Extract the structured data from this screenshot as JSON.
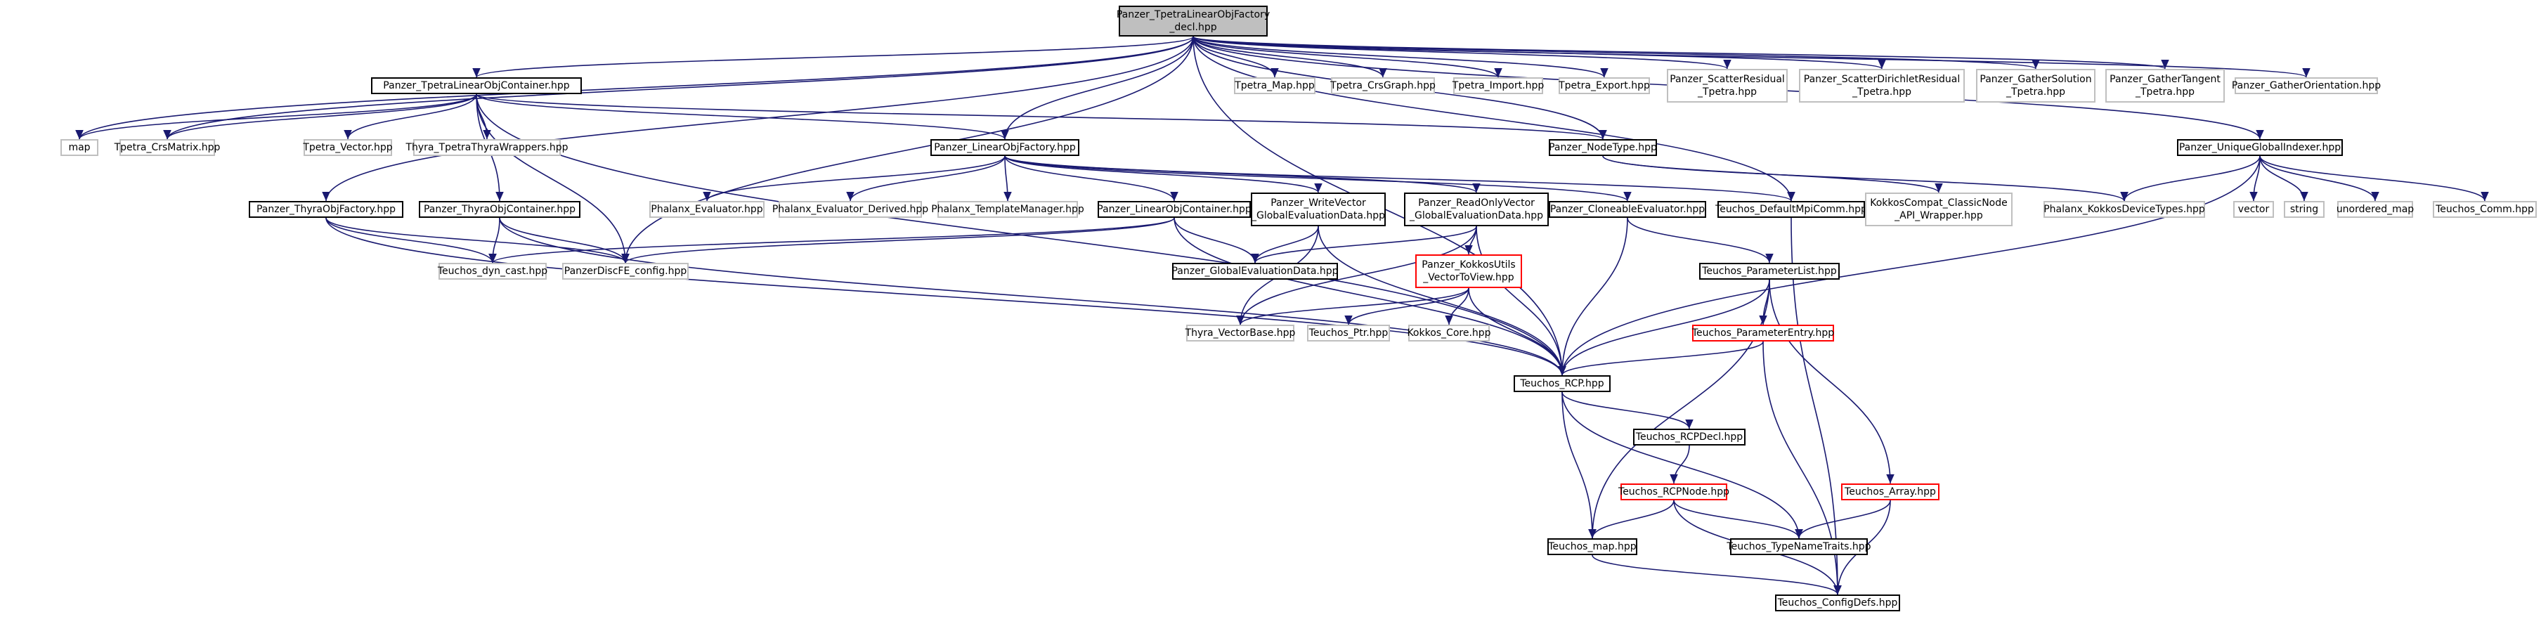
{
  "graph": {
    "title": "Panzer_TpetraLinearObjFactory_decl.hpp include dependency graph",
    "edge_color": "#191970",
    "nodes": [
      {
        "id": "root",
        "label": "Panzer_TpetraLinearObjFactory\n_decl.hpp",
        "style": "root"
      },
      {
        "id": "tloc",
        "label": "Panzer_TpetraLinearObjContainer.hpp",
        "style": "doc"
      },
      {
        "id": "map",
        "label": "map",
        "style": "ext"
      },
      {
        "id": "crsmatrix",
        "label": "Tpetra_CrsMatrix.hpp",
        "style": "ext"
      },
      {
        "id": "tvector",
        "label": "Tpetra_Vector.hpp",
        "style": "ext"
      },
      {
        "id": "thyratpw",
        "label": "Thyra_TpetraThyraWrappers.hpp",
        "style": "ext"
      },
      {
        "id": "tmap",
        "label": "Tpetra_Map.hpp",
        "style": "ext"
      },
      {
        "id": "tcrsgraph",
        "label": "Tpetra_CrsGraph.hpp",
        "style": "ext"
      },
      {
        "id": "timport",
        "label": "Tpetra_Import.hpp",
        "style": "ext"
      },
      {
        "id": "texport",
        "label": "Tpetra_Export.hpp",
        "style": "ext"
      },
      {
        "id": "scres",
        "label": "Panzer_ScatterResidual\n_Tpetra.hpp",
        "style": "ext"
      },
      {
        "id": "scdir",
        "label": "Panzer_ScatterDirichletResidual\n_Tpetra.hpp",
        "style": "ext"
      },
      {
        "id": "gsol",
        "label": "Panzer_GatherSolution\n_Tpetra.hpp",
        "style": "ext"
      },
      {
        "id": "gtan",
        "label": "Panzer_GatherTangent\n_Tpetra.hpp",
        "style": "ext"
      },
      {
        "id": "gori",
        "label": "Panzer_GatherOrientation.hpp",
        "style": "ext"
      },
      {
        "id": "nodetype",
        "label": "Panzer_NodeType.hpp",
        "style": "doc"
      },
      {
        "id": "ugi",
        "label": "Panzer_UniqueGlobalIndexer.hpp",
        "style": "doc"
      },
      {
        "id": "lof",
        "label": "Panzer_LinearObjFactory.hpp",
        "style": "doc"
      },
      {
        "id": "thyraof",
        "label": "Panzer_ThyraObjFactory.hpp",
        "style": "doc"
      },
      {
        "id": "thyraoc",
        "label": "Panzer_ThyraObjContainer.hpp",
        "style": "doc"
      },
      {
        "id": "phxeval",
        "label": "Phalanx_Evaluator.hpp",
        "style": "ext"
      },
      {
        "id": "phxevald",
        "label": "Phalanx_Evaluator_Derived.hpp",
        "style": "ext"
      },
      {
        "id": "phxtm",
        "label": "Phalanx_TemplateManager.hpp",
        "style": "ext"
      },
      {
        "id": "loc",
        "label": "Panzer_LinearObjContainer.hpp",
        "style": "doc"
      },
      {
        "id": "wv",
        "label": "Panzer_WriteVector\n_GlobalEvaluationData.hpp",
        "style": "doc"
      },
      {
        "id": "rov",
        "label": "Panzer_ReadOnlyVector\n_GlobalEvaluationData.hpp",
        "style": "doc"
      },
      {
        "id": "cloneable",
        "label": "Panzer_CloneableEvaluator.hpp",
        "style": "doc"
      },
      {
        "id": "defmpi",
        "label": "Teuchos_DefaultMpiComm.hpp",
        "style": "doc"
      },
      {
        "id": "kokkoscompat",
        "label": "KokkosCompat_ClassicNode\n_API_Wrapper.hpp",
        "style": "ext"
      },
      {
        "id": "phxkdt",
        "label": "Phalanx_KokkosDeviceTypes.hpp",
        "style": "ext"
      },
      {
        "id": "vector",
        "label": "vector",
        "style": "ext"
      },
      {
        "id": "string",
        "label": "string",
        "style": "ext"
      },
      {
        "id": "umap",
        "label": "unordered_map",
        "style": "ext"
      },
      {
        "id": "tcomm",
        "label": "Teuchos_Comm.hpp",
        "style": "ext"
      },
      {
        "id": "dyncast",
        "label": "Teuchos_dyn_cast.hpp",
        "style": "ext"
      },
      {
        "id": "discfe",
        "label": "PanzerDiscFE_config.hpp",
        "style": "ext"
      },
      {
        "id": "ged",
        "label": "Panzer_GlobalEvaluationData.hpp",
        "style": "doc"
      },
      {
        "id": "kvtv",
        "label": "Panzer_KokkosUtils\n_VectorToView.hpp",
        "style": "red"
      },
      {
        "id": "plist",
        "label": "Teuchos_ParameterList.hpp",
        "style": "doc"
      },
      {
        "id": "thyravb",
        "label": "Thyra_VectorBase.hpp",
        "style": "ext"
      },
      {
        "id": "tptr",
        "label": "Teuchos_Ptr.hpp",
        "style": "ext"
      },
      {
        "id": "kcore",
        "label": "Kokkos_Core.hpp",
        "style": "ext"
      },
      {
        "id": "pentry",
        "label": "Teuchos_ParameterEntry.hpp",
        "style": "red"
      },
      {
        "id": "rcp",
        "label": "Teuchos_RCP.hpp",
        "style": "doc"
      },
      {
        "id": "rcpdecl",
        "label": "Teuchos_RCPDecl.hpp",
        "style": "doc"
      },
      {
        "id": "rcpnode",
        "label": "Teuchos_RCPNode.hpp",
        "style": "red"
      },
      {
        "id": "tarray",
        "label": "Teuchos_Array.hpp",
        "style": "red"
      },
      {
        "id": "tmaphpp",
        "label": "Teuchos_map.hpp",
        "style": "doc"
      },
      {
        "id": "ttnt",
        "label": "Teuchos_TypeNameTraits.hpp",
        "style": "doc"
      },
      {
        "id": "cfgdefs",
        "label": "Teuchos_ConfigDefs.hpp",
        "style": "doc"
      }
    ],
    "edges": [
      [
        "root",
        "tloc"
      ],
      [
        "root",
        "map"
      ],
      [
        "root",
        "crsmatrix"
      ],
      [
        "root",
        "tmap"
      ],
      [
        "root",
        "tcrsgraph"
      ],
      [
        "root",
        "timport"
      ],
      [
        "root",
        "texport"
      ],
      [
        "root",
        "scres"
      ],
      [
        "root",
        "scdir"
      ],
      [
        "root",
        "gsol"
      ],
      [
        "root",
        "gtan"
      ],
      [
        "root",
        "gori"
      ],
      [
        "root",
        "nodetype"
      ],
      [
        "root",
        "ugi"
      ],
      [
        "root",
        "lof"
      ],
      [
        "root",
        "thyraof"
      ],
      [
        "root",
        "defmpi"
      ],
      [
        "root",
        "discfe"
      ],
      [
        "root",
        "rcp"
      ],
      [
        "tloc",
        "map"
      ],
      [
        "tloc",
        "crsmatrix"
      ],
      [
        "tloc",
        "tvector"
      ],
      [
        "tloc",
        "thyratpw"
      ],
      [
        "tloc",
        "nodetype"
      ],
      [
        "tloc",
        "lof"
      ],
      [
        "tloc",
        "thyraoc"
      ],
      [
        "tloc",
        "discfe"
      ],
      [
        "tloc",
        "rcp"
      ],
      [
        "lof",
        "phxeval"
      ],
      [
        "lof",
        "phxevald"
      ],
      [
        "lof",
        "phxtm"
      ],
      [
        "lof",
        "loc"
      ],
      [
        "lof",
        "wv"
      ],
      [
        "lof",
        "rov"
      ],
      [
        "lof",
        "cloneable"
      ],
      [
        "lof",
        "defmpi"
      ],
      [
        "thyraof",
        "dyncast"
      ],
      [
        "thyraof",
        "discfe"
      ],
      [
        "thyraof",
        "rcp"
      ],
      [
        "thyraoc",
        "dyncast"
      ],
      [
        "thyraoc",
        "discfe"
      ],
      [
        "thyraoc",
        "rcp"
      ],
      [
        "loc",
        "discfe"
      ],
      [
        "loc",
        "ged"
      ],
      [
        "loc",
        "dyncast"
      ],
      [
        "loc",
        "rcp"
      ],
      [
        "wv",
        "ged"
      ],
      [
        "wv",
        "thyravb"
      ],
      [
        "wv",
        "rcp"
      ],
      [
        "rov",
        "ged"
      ],
      [
        "rov",
        "kvtv"
      ],
      [
        "rov",
        "thyravb"
      ],
      [
        "rov",
        "rcp"
      ],
      [
        "kvtv",
        "thyravb"
      ],
      [
        "kvtv",
        "tptr"
      ],
      [
        "kvtv",
        "kcore"
      ],
      [
        "kvtv",
        "rcp"
      ],
      [
        "cloneable",
        "plist"
      ],
      [
        "cloneable",
        "rcp"
      ],
      [
        "nodetype",
        "kokkoscompat"
      ],
      [
        "nodetype",
        "phxkdt"
      ],
      [
        "ugi",
        "phxkdt"
      ],
      [
        "ugi",
        "vector"
      ],
      [
        "ugi",
        "string"
      ],
      [
        "ugi",
        "umap"
      ],
      [
        "ugi",
        "tcomm"
      ],
      [
        "ugi",
        "rcp"
      ],
      [
        "defmpi",
        "cfgdefs"
      ],
      [
        "plist",
        "pentry"
      ],
      [
        "plist",
        "rcp"
      ],
      [
        "plist",
        "tarray"
      ],
      [
        "plist",
        "tmaphpp"
      ],
      [
        "pentry",
        "rcp"
      ],
      [
        "pentry",
        "cfgdefs"
      ],
      [
        "rcp",
        "rcpdecl"
      ],
      [
        "rcp",
        "tmaphpp"
      ],
      [
        "rcp",
        "ttnt"
      ],
      [
        "rcpdecl",
        "rcpnode"
      ],
      [
        "rcpnode",
        "tmaphpp"
      ],
      [
        "rcpnode",
        "ttnt"
      ],
      [
        "rcpnode",
        "cfgdefs"
      ],
      [
        "tarray",
        "ttnt"
      ],
      [
        "tarray",
        "cfgdefs"
      ],
      [
        "tmaphpp",
        "cfgdefs"
      ]
    ]
  }
}
